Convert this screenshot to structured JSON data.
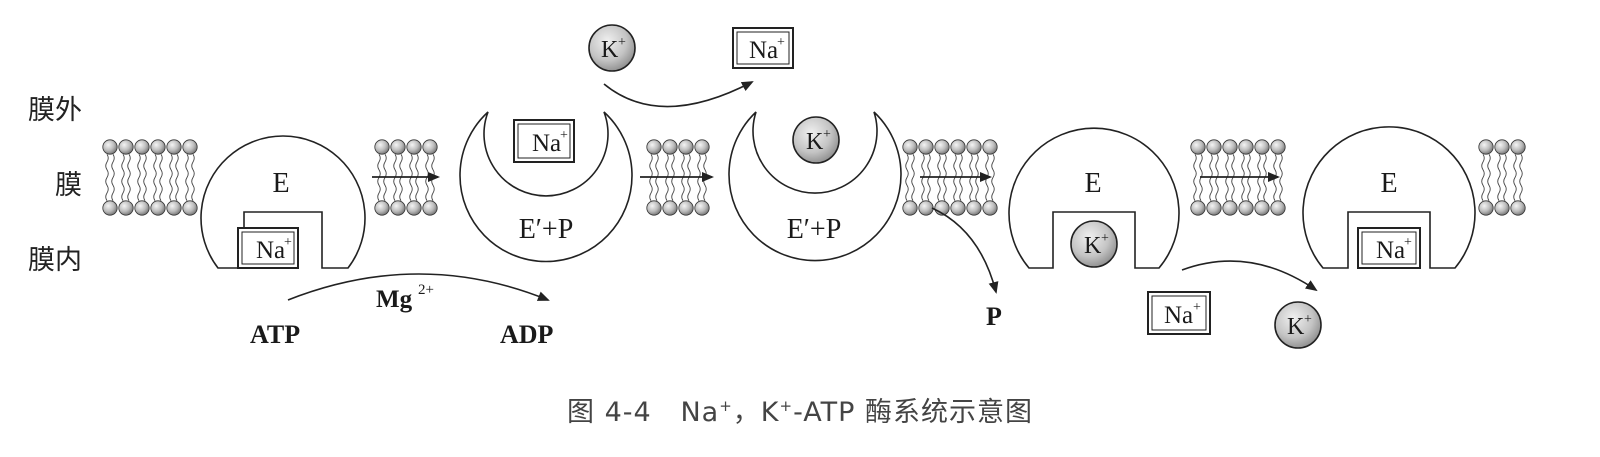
{
  "side_labels": {
    "outside": "膜外",
    "membrane": "膜",
    "inside": "膜内"
  },
  "ions": {
    "na": "Na",
    "k": "K",
    "plus": "+"
  },
  "enzyme_labels": {
    "e": "E",
    "e_prime_p": "E′+P"
  },
  "reaction": {
    "atp": "ATP",
    "adp": "ADP",
    "mg": "Mg",
    "mg_charge": "2+",
    "p": "P"
  },
  "caption": {
    "fig": "图 4-4",
    "na": "Na",
    "sep": "，",
    "k": "K",
    "rest": "-ATP 酶系统示意图",
    "plus": "+"
  }
}
